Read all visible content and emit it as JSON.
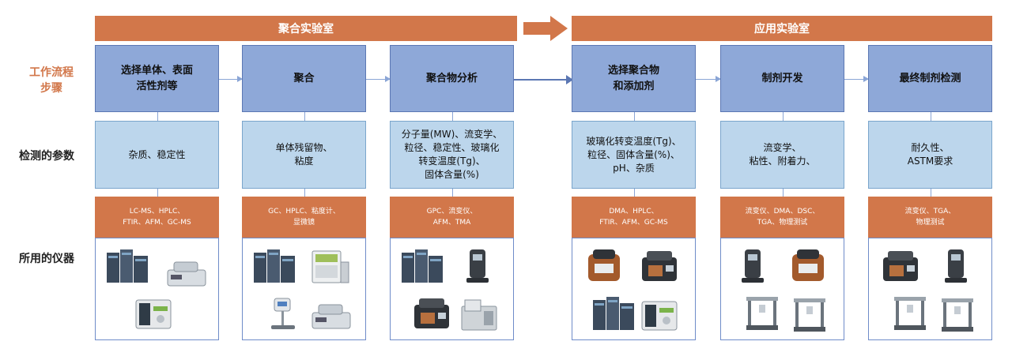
{
  "banners": {
    "left": "聚合实验室",
    "right": "应用实验室"
  },
  "row_labels": {
    "workflow_line1": "工作流程",
    "workflow_line2": "步骤",
    "params": "检测的参数",
    "instruments": "所用的仪器"
  },
  "columns": [
    {
      "step": [
        "选择单体、表面",
        "活性剂等"
      ],
      "params": [
        "杂质、稳定性"
      ],
      "instruments": [
        "LC-MS、HPLC、",
        "FTIR、AFM、GC-MS"
      ],
      "devices": [
        "benchtop-system",
        "analyzer",
        "ms-instrument"
      ]
    },
    {
      "step": [
        "聚合"
      ],
      "params": [
        "单体残留物、",
        "粘度"
      ],
      "instruments": [
        "GC、HPLC、粘度计、",
        "显微镜"
      ],
      "devices": [
        "benchtop-system",
        "gc-instrument",
        "viscometer",
        "analyzer"
      ]
    },
    {
      "step": [
        "聚合物分析"
      ],
      "params": [
        "分子量(MW)、流变学、",
        "粒径、稳定性、玻璃化",
        "转变温度(Tg)、",
        "固体含量(%)"
      ],
      "instruments": [
        "GPC、流变仪、",
        "AFM、TMA"
      ],
      "devices": [
        "benchtop-system",
        "rheometer",
        "dma-instrument",
        "tma-instrument"
      ]
    },
    {
      "step": [
        "选择聚合物",
        "和添加剂"
      ],
      "params": [
        "玻璃化转变温度(Tg)、",
        "粒径、固体含量(%)、",
        "pH、杂质"
      ],
      "instruments": [
        "DMA、HPLC、",
        "FTIR、AFM、GC-MS"
      ],
      "devices": [
        "dsc-instrument",
        "dma-instrument",
        "benchtop-system",
        "ms-instrument"
      ]
    },
    {
      "step": [
        "制剂开发"
      ],
      "params": [
        "流变学、",
        "粘性、附着力、"
      ],
      "instruments": [
        "流变仪、DMA、DSC、",
        "TGA、物理测试"
      ],
      "devices": [
        "rheometer",
        "dsc-instrument",
        "test-frame",
        "test-frame"
      ]
    },
    {
      "step": [
        "最终制剂检测"
      ],
      "params": [
        "耐久性、",
        "ASTM要求"
      ],
      "instruments": [
        "流变仪、TGA、",
        "物理测试"
      ],
      "devices": [
        "dma-instrument",
        "rheometer",
        "test-frame",
        "test-frame"
      ]
    }
  ],
  "colors": {
    "orange": "#d2774a",
    "step_blue": "#8ea8d8",
    "param_blue": "#bcd6ec",
    "border_blue": "#5b77b3"
  }
}
